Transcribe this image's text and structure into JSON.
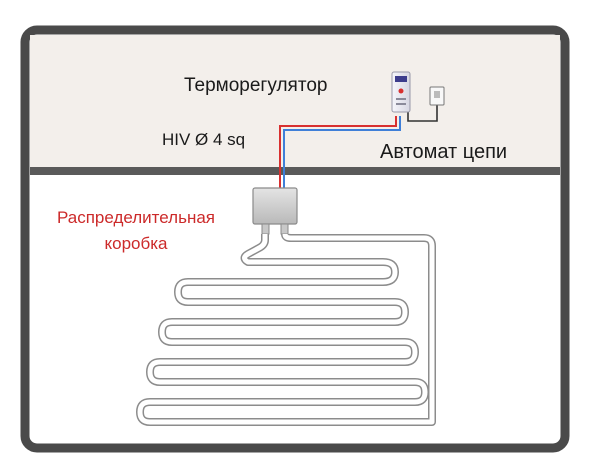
{
  "labels": {
    "thermostat": "Терморегулятор",
    "cable": "HIV Ø 4 sq",
    "breaker": "Автомат цепи",
    "junction_box_line1": "Распределительная",
    "junction_box_line2": "коробка"
  },
  "colors": {
    "frame": "#4a4a4a",
    "ceiling_zone": "#f3efeb",
    "floor_zone": "#ffffff",
    "divider": "#5a5a5a",
    "wire_red": "#d83030",
    "wire_blue": "#3f7fd8",
    "junction_label": "#cc2a2a",
    "heating_cable": "#8c8c8c"
  },
  "icons": {
    "thermostat": "thermostat-device-icon",
    "breaker": "circuit-breaker-icon",
    "junction_box": "junction-box-icon"
  }
}
